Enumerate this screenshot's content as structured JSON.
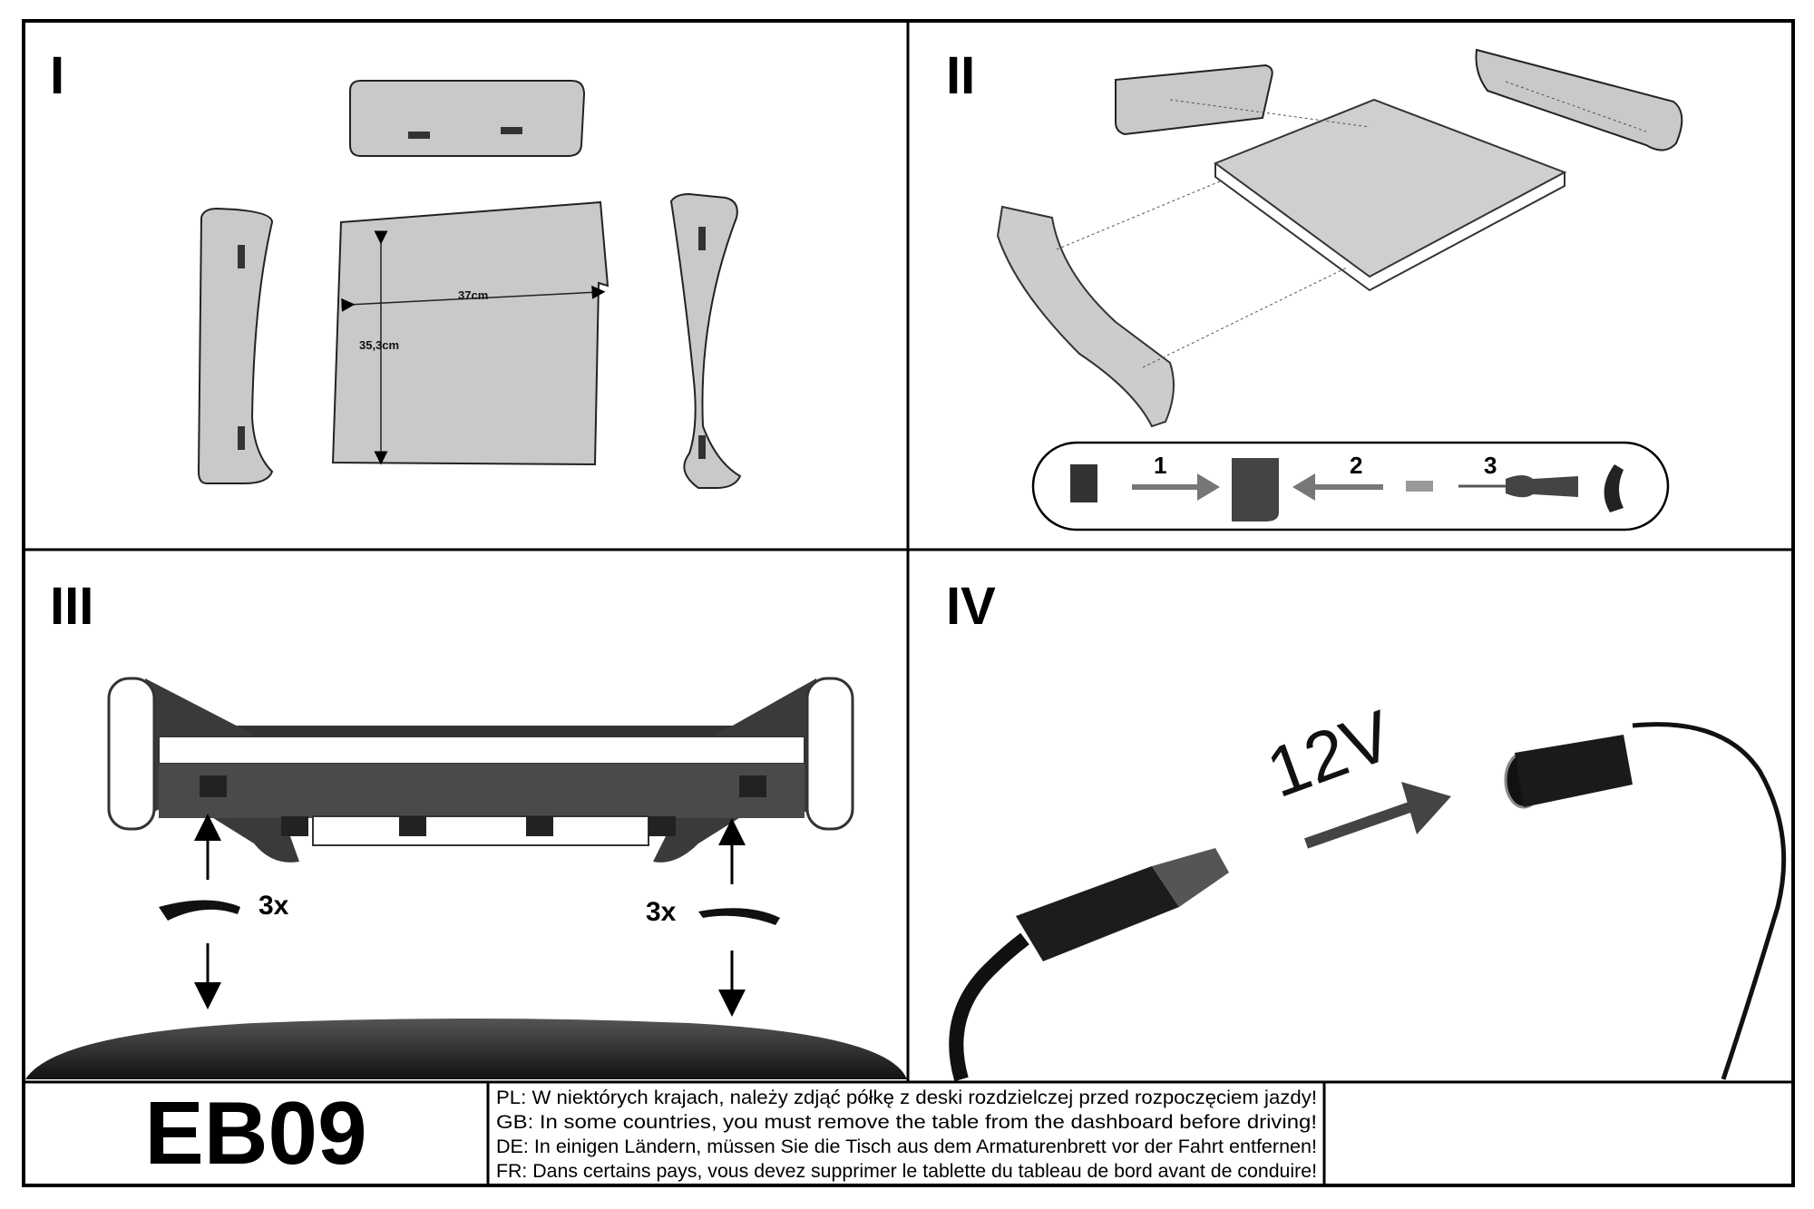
{
  "panels": [
    {
      "label": "I",
      "dimensions": {
        "width": "37cm",
        "depth": "35,3cm"
      }
    },
    {
      "label": "II",
      "steps": [
        "1",
        "2",
        "3"
      ]
    },
    {
      "label": "III",
      "repeat_left": "3x",
      "repeat_right": "3x"
    },
    {
      "label": "IV",
      "voltage": "12V"
    }
  ],
  "footer": {
    "model": "EB09",
    "warnings": [
      "PL: W niektórych krajach, należy zdjąć półkę z deski rozdzielczej przed rozpoczęciem jazdy!",
      "GB: In some countries, you must remove the table from the dashboard before driving!",
      "DE: In einigen Ländern, müssen Sie die Tisch aus dem Armaturenbrett vor der Fahrt entfernen!",
      "FR: Dans certains pays, vous devez supprimer le tablette du tableau de bord avant de conduire!"
    ]
  }
}
